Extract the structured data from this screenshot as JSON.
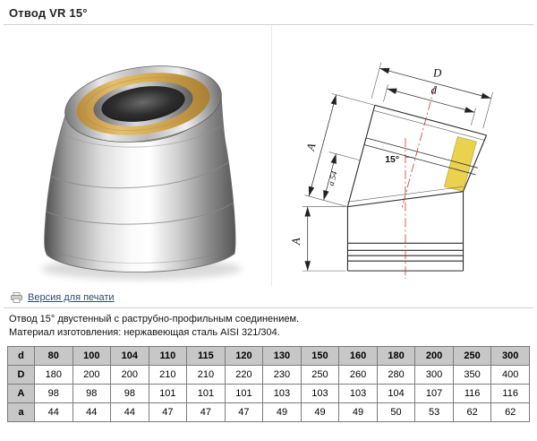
{
  "page": {
    "title": "Отвод VR 15°",
    "print_link_label": "Версия для печати",
    "description": [
      "Отвод 15° двустенный с раструбно-профильным соединением.",
      "Материал изготовления: нержавеющая сталь AISI 321/304."
    ]
  },
  "drawing": {
    "labels": {
      "outer_diameter": "D",
      "inner_diameter": "d",
      "upper_length": "A",
      "socket_depth": "a 54",
      "angle": "15°",
      "lower_length": "A"
    }
  },
  "table": {
    "header_label": "d",
    "columns": [
      "80",
      "100",
      "104",
      "110",
      "115",
      "120",
      "130",
      "150",
      "160",
      "180",
      "200",
      "250",
      "300"
    ],
    "rows": [
      {
        "label": "D",
        "values": [
          "180",
          "200",
          "200",
          "210",
          "210",
          "220",
          "230",
          "250",
          "260",
          "280",
          "300",
          "350",
          "400"
        ]
      },
      {
        "label": "A",
        "values": [
          "98",
          "98",
          "98",
          "101",
          "101",
          "101",
          "103",
          "103",
          "103",
          "104",
          "107",
          "116",
          "116"
        ]
      },
      {
        "label": "a",
        "values": [
          "44",
          "44",
          "44",
          "47",
          "47",
          "47",
          "49",
          "49",
          "49",
          "50",
          "53",
          "62",
          "62"
        ]
      }
    ]
  },
  "colors": {
    "insulation_yellow": "#ead24e",
    "table_header_bg": "#c7c7c7",
    "centerline_red": "#c0392b"
  }
}
